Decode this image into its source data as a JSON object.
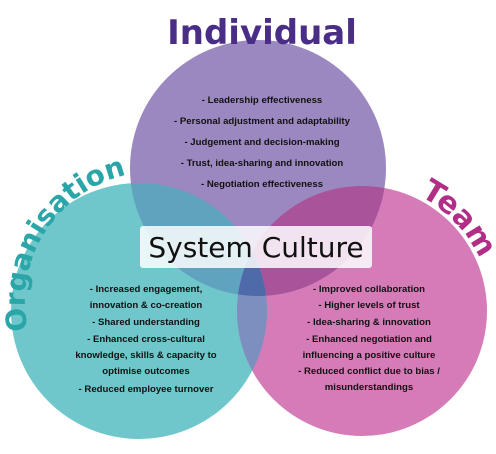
{
  "circles": {
    "individual": {
      "title": "Individual",
      "color": "#9b88c0",
      "title_color": "#4a2d86",
      "items": [
        "- Leadership effectiveness",
        "- Personal adjustment and adaptability",
        "- Judgement and decision-making",
        "- Trust, idea-sharing and innovation",
        "- Negotiation effectiveness"
      ]
    },
    "organisational": {
      "title": "Organisational",
      "color": "#6fc7cb",
      "title_color": "#2aa6a8",
      "items": [
        "- Increased engagement,",
        "innovation & co-creation",
        "- Shared understanding",
        "- Enhanced cross-cultural",
        "knowledge, skills & capacity to",
        "optimise outcomes",
        "- Reduced employee turnover"
      ]
    },
    "team": {
      "title": "Team",
      "color": "#d57cb8",
      "title_color": "#b22e86",
      "items": [
        "- Improved collaboration",
        "- Higher levels of trust",
        "- Idea-sharing & innovation",
        "- Enhanced negotiation and",
        "influencing a positive culture",
        "- Reduced conflict due to bias /",
        "misunderstandings"
      ]
    }
  },
  "center": {
    "label": "System Culture"
  }
}
